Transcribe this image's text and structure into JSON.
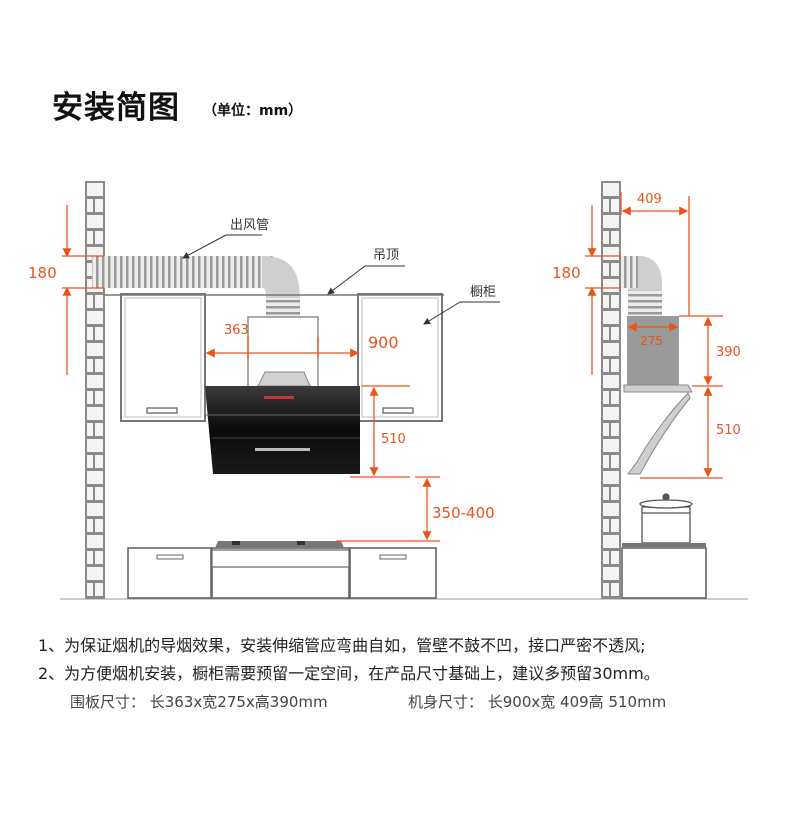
{
  "header": {
    "title": "安装简图",
    "unit": "（单位：mm）"
  },
  "front_view": {
    "callouts": {
      "duct": "出风管",
      "ceiling": "吊顶",
      "cabinet": "橱柜"
    },
    "dims": {
      "duct_height": "180",
      "cover_length": "363",
      "hood_length": "900",
      "hood_height": "510",
      "stove_gap": "350-400"
    }
  },
  "side_view": {
    "dims": {
      "hood_width": "409",
      "duct_height": "180",
      "cover_width": "275",
      "cover_height": "390",
      "hood_height": "510"
    }
  },
  "notes": [
    "1、为保证烟机的导烟效果，安装伸缩管应弯曲自如，管壁不鼓不凹，接口严密不透风;",
    "2、为方便烟机安装，橱柜需要预留一定空间，在产品尺寸基础上，建议多预留30mm。"
  ],
  "specs": {
    "cover": "围板尺寸：  长363x宽275x高390mm",
    "body": "机身尺寸：  长900x宽 409高 510mm"
  },
  "colors": {
    "accent": "#e8541e",
    "wall": "#8a8a8a",
    "hood": "#0b0b0b"
  }
}
